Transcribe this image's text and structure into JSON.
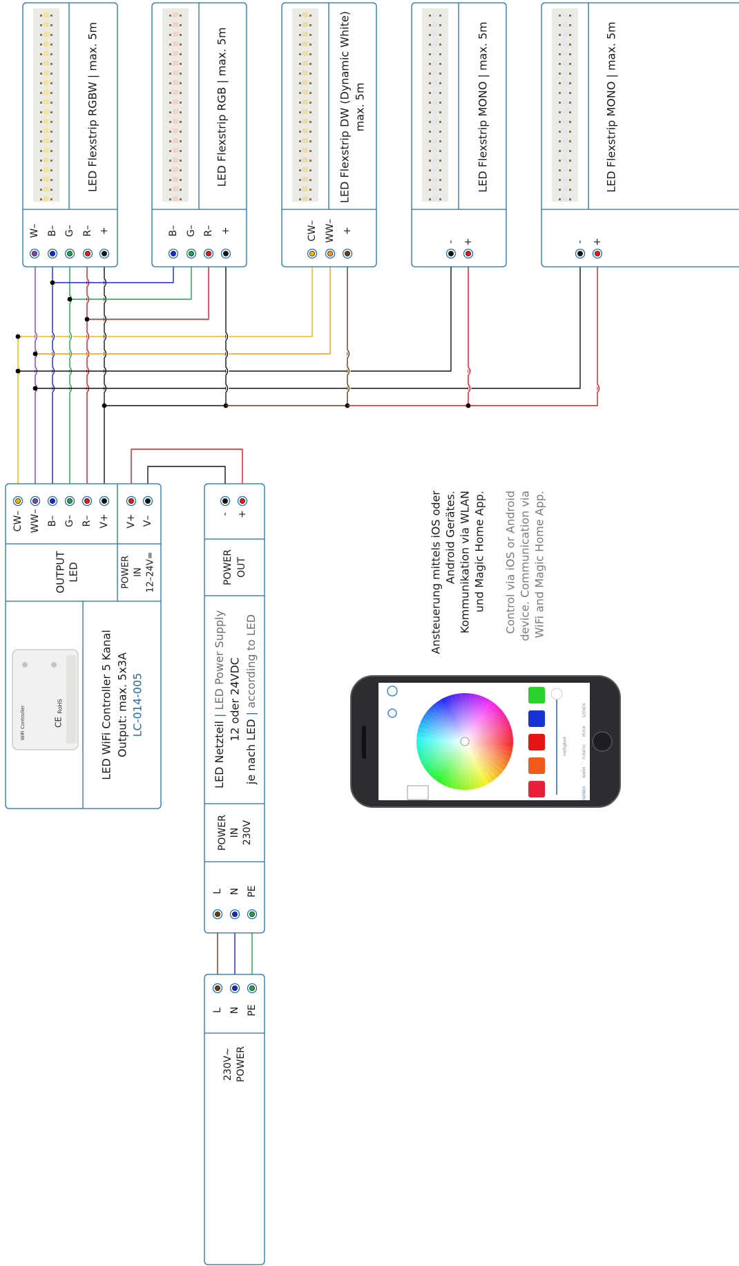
{
  "strips": {
    "rgbw": {
      "title": "LED Flexstrip RGBW | max. 5m",
      "pins": [
        "W–",
        "B–",
        "G–",
        "R–",
        "+"
      ]
    },
    "rgb": {
      "title": "LED Flexstrip RGB | max. 5m",
      "pins": [
        "B–",
        "G–",
        "R–",
        "+"
      ]
    },
    "dw": {
      "title_line1": "LED Flexstrip DW (Dynamic White)",
      "title_line2": "max. 5m",
      "pins": [
        "CW–",
        "WW–",
        "+"
      ]
    },
    "mono1": {
      "title": "LED Flexstrip MONO | max. 5m",
      "pins": [
        "-",
        "+"
      ]
    },
    "mono2": {
      "title": "LED Flexstrip MONO | max. 5m",
      "pins": [
        "-",
        "+"
      ]
    }
  },
  "controller": {
    "title": "LED WiFi Controller 5 Kanal",
    "output": "Output: max. 5x3A",
    "code": "LC-014-005",
    "output_section": "OUTPUT LED",
    "power_section_lines": [
      "POWER",
      "IN",
      "12–24V="
    ],
    "pins": [
      "CW–",
      "WW–",
      "B–",
      "G–",
      "R–",
      "V+",
      "V+",
      "V–"
    ],
    "device_label": "WiFi Controller",
    "device_marks": [
      "CE",
      "RoHS"
    ]
  },
  "psu": {
    "title_de": "LED Netzteil",
    "title_sep": " | ",
    "title_en": "LED Power Supply",
    "voltage": "12 oder 24VDC",
    "note_de": "je nach LED",
    "note_en": "according to LED",
    "power_out_lines": [
      "POWER",
      "OUT"
    ],
    "power_in_lines": [
      "POWER",
      "IN",
      "230V"
    ],
    "out_pins": [
      "-",
      "+"
    ],
    "in_pins": [
      "L",
      "N",
      "PE"
    ]
  },
  "mains": {
    "label_lines": [
      "230V~",
      "POWER"
    ],
    "pins": [
      "L",
      "N",
      "PE"
    ]
  },
  "description": {
    "de": [
      "Ansteuerung mittels iOS oder",
      "Android Gerätes.",
      "Kommunikation via WLAN",
      "und Magic Home App."
    ],
    "en": [
      "Control via iOS or Android",
      "device. Communication via",
      "WiFi and Magic Home App."
    ]
  },
  "phone": {
    "slider_label": "Helligkeit",
    "tabs": [
      "FARBEN",
      "WARM",
      "FUNKTIO",
      "MUSIK",
      "SZENEN"
    ],
    "swatches": [
      "#e8203a",
      "#f25a1c",
      "#e81414",
      "#1633d6",
      "#2bd12b"
    ]
  },
  "colors": {
    "frame": "#1f6fa8",
    "accent_text": "#1f6fa8",
    "purple": "#7d3fbf",
    "blue": "#1a24d6",
    "green": "#1aa447",
    "red": "#e5171f",
    "black": "#111111",
    "yellow": "#f5b400",
    "orange": "#f29a1f",
    "brown": "#6b3a12"
  }
}
